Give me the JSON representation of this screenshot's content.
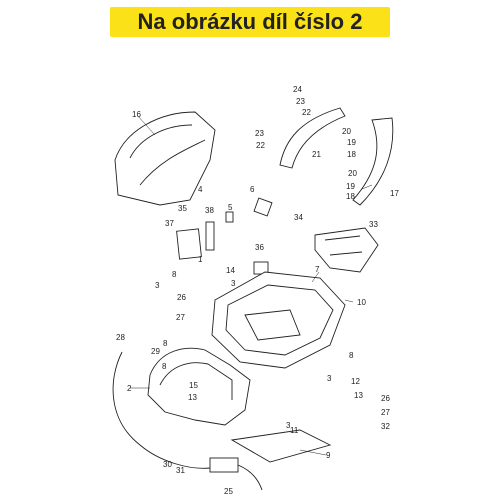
{
  "banner": {
    "text": "Na obrázku díl číslo 2",
    "background": "#fbe117"
  },
  "callouts": [
    {
      "id": "c1",
      "text": "1"
    },
    {
      "id": "c2",
      "text": "2"
    },
    {
      "id": "c3a",
      "text": "3"
    },
    {
      "id": "c3b",
      "text": "3"
    },
    {
      "id": "c3c",
      "text": "3"
    },
    {
      "id": "c3d",
      "text": "3"
    },
    {
      "id": "c4",
      "text": "4"
    },
    {
      "id": "c5",
      "text": "5"
    },
    {
      "id": "c6",
      "text": "6"
    },
    {
      "id": "c7",
      "text": "7"
    },
    {
      "id": "c8a",
      "text": "8"
    },
    {
      "id": "c8b",
      "text": "8"
    },
    {
      "id": "c8c",
      "text": "8"
    },
    {
      "id": "c8d",
      "text": "8"
    },
    {
      "id": "c9",
      "text": "9"
    },
    {
      "id": "c10",
      "text": "10"
    },
    {
      "id": "c11",
      "text": "11"
    },
    {
      "id": "c12",
      "text": "12"
    },
    {
      "id": "c13a",
      "text": "13"
    },
    {
      "id": "c13b",
      "text": "13"
    },
    {
      "id": "c14",
      "text": "14"
    },
    {
      "id": "c15",
      "text": "15"
    },
    {
      "id": "c16",
      "text": "16"
    },
    {
      "id": "c17",
      "text": "17"
    },
    {
      "id": "c18a",
      "text": "18"
    },
    {
      "id": "c18b",
      "text": "18"
    },
    {
      "id": "c19a",
      "text": "19"
    },
    {
      "id": "c19b",
      "text": "19"
    },
    {
      "id": "c20a",
      "text": "20"
    },
    {
      "id": "c20b",
      "text": "20"
    },
    {
      "id": "c21",
      "text": "21"
    },
    {
      "id": "c22a",
      "text": "22"
    },
    {
      "id": "c22b",
      "text": "22"
    },
    {
      "id": "c23a",
      "text": "23"
    },
    {
      "id": "c23b",
      "text": "23"
    },
    {
      "id": "c24",
      "text": "24"
    },
    {
      "id": "c25",
      "text": "25"
    },
    {
      "id": "c26a",
      "text": "26"
    },
    {
      "id": "c26b",
      "text": "26"
    },
    {
      "id": "c27a",
      "text": "27"
    },
    {
      "id": "c27b",
      "text": "27"
    },
    {
      "id": "c28",
      "text": "28"
    },
    {
      "id": "c29",
      "text": "29"
    },
    {
      "id": "c30",
      "text": "30"
    },
    {
      "id": "c31",
      "text": "31"
    },
    {
      "id": "c32",
      "text": "32"
    },
    {
      "id": "c33",
      "text": "33"
    },
    {
      "id": "c34",
      "text": "34"
    },
    {
      "id": "c35",
      "text": "35"
    },
    {
      "id": "c36",
      "text": "36"
    },
    {
      "id": "c37",
      "text": "37"
    },
    {
      "id": "c38",
      "text": "38"
    }
  ]
}
